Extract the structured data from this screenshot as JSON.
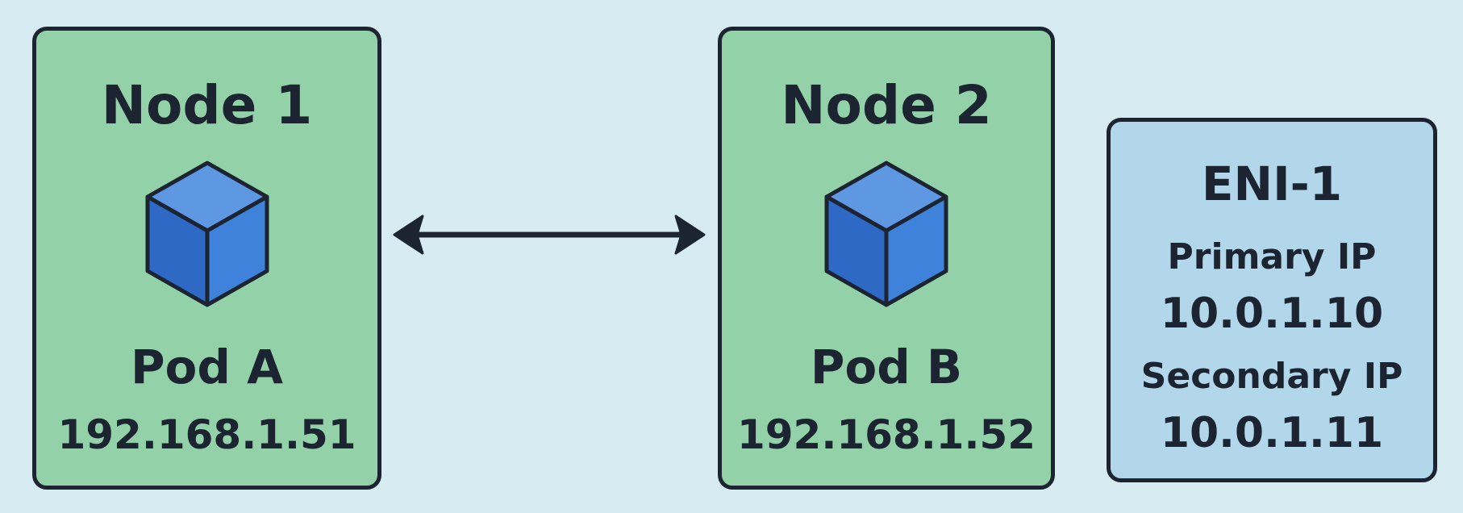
{
  "nodes": [
    {
      "title": "Node 1",
      "pod": {
        "name": "Pod A",
        "ip": "192.168.1.51"
      }
    },
    {
      "title": "Node 2",
      "pod": {
        "name": "Pod B",
        "ip": "192.168.1.52"
      }
    }
  ],
  "eni": {
    "title": "ENI-1",
    "primary_label": "Primary IP",
    "primary_ip": "10.0.1.10",
    "secondary_label": "Secondary IP",
    "secondary_ip": "10.0.1.11"
  },
  "icons": {
    "pod": "cube-icon",
    "link": "bidirectional-arrow-icon"
  },
  "colors": {
    "background": "#d7ebf3",
    "node_fill": "#93d2a8",
    "eni_fill": "#b2d7ea",
    "outline": "#1b2430",
    "cube_top": "#5f98e2",
    "cube_left": "#2f69c6",
    "cube_right": "#3f82db"
  }
}
